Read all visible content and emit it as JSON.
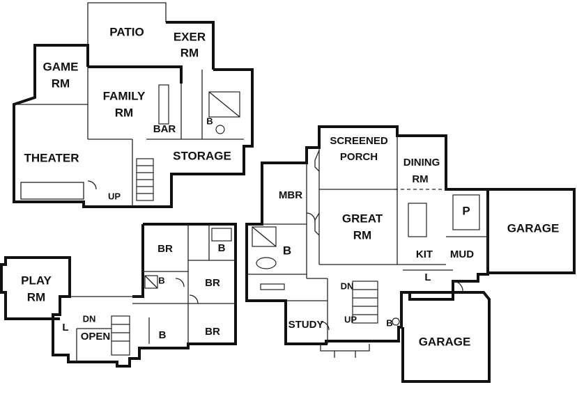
{
  "rooms": {
    "patio": "PATIO",
    "exer_line1": "EXER",
    "exer_line2": "RM",
    "game_line1": "GAME",
    "game_line2": "RM",
    "family_line1": "FAMILY",
    "family_line2": "RM",
    "bar": "BAR",
    "basement_bath": "B",
    "theater": "THEATER",
    "storage": "STORAGE",
    "basement_stair": "UP",
    "screened_line1": "SCREENED",
    "screened_line2": "PORCH",
    "dining_line1": "DINING",
    "dining_line2": "RM",
    "mbr": "MBR",
    "great_line1": "GREAT",
    "great_line2": "RM",
    "pantry": "P",
    "garage_side": "GARAGE",
    "master_bath": "B",
    "kit": "KIT",
    "mud": "MUD",
    "laundry": "L",
    "main_stair_down": "DN",
    "main_stair_up": "UP",
    "study": "STUDY",
    "powder_bath": "B",
    "garage_front": "GARAGE",
    "br_top": "BR",
    "br_top_bath": "B",
    "br_middle": "BR",
    "jack_bath": "B",
    "br_bottom": "BR",
    "br_bottom_bath": "B",
    "play_line1": "PLAY",
    "play_line2": "RM",
    "upper_stair": "DN",
    "upper_laundry": "L",
    "open": "OPEN"
  }
}
